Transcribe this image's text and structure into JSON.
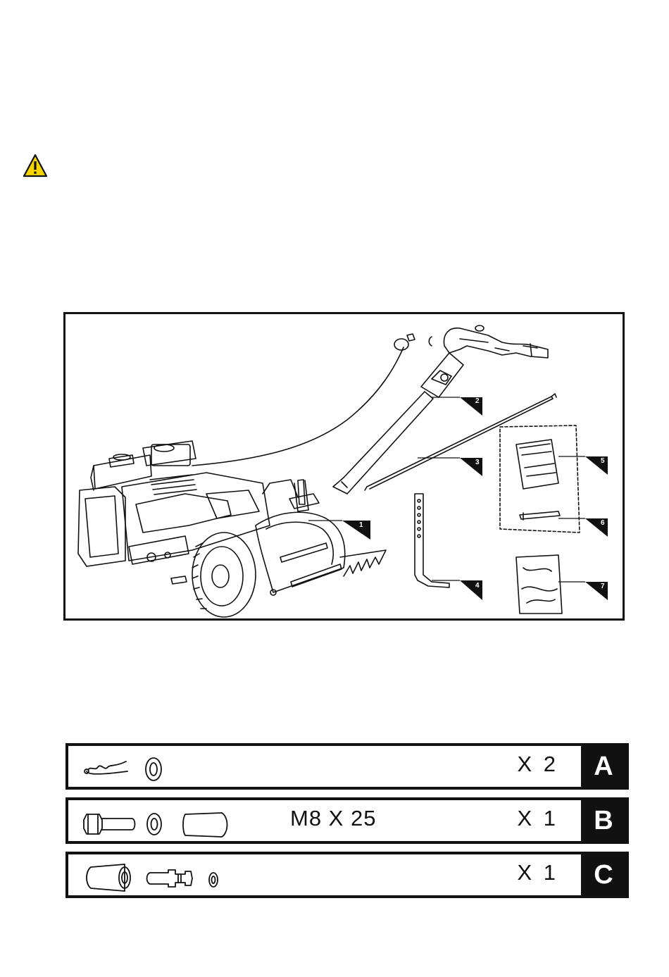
{
  "warning": {
    "icon": "warning-triangle-icon"
  },
  "figure": {
    "callouts": [
      {
        "number": "1"
      },
      {
        "number": "2"
      },
      {
        "number": "3"
      },
      {
        "number": "4"
      },
      {
        "number": "5"
      },
      {
        "number": "6"
      },
      {
        "number": "7"
      }
    ]
  },
  "hardware": [
    {
      "letter": "A",
      "spec": "",
      "qty": "X 2",
      "icons": [
        "hair-pin-clip-icon",
        "washer-icon"
      ]
    },
    {
      "letter": "B",
      "spec": "M8 X 25",
      "qty": "X 1",
      "icons": [
        "hex-bolt-icon",
        "washer-icon",
        "spacer-sleeve-icon"
      ]
    },
    {
      "letter": "C",
      "spec": "",
      "qty": "X 1",
      "icons": [
        "sleeve-icon",
        "pin-icon",
        "small-washer-icon"
      ]
    }
  ]
}
